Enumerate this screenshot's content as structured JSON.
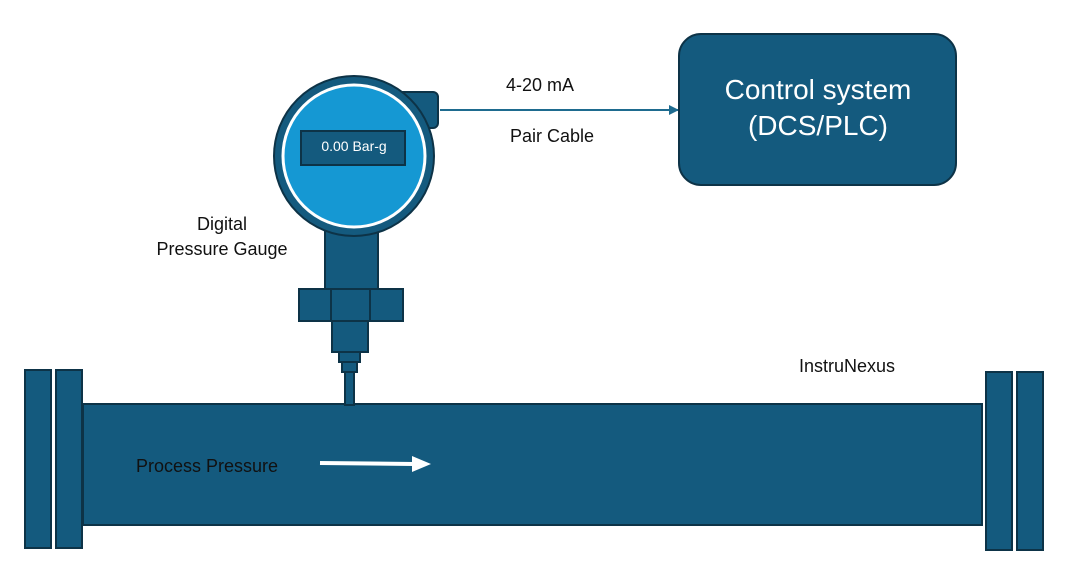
{
  "gauge": {
    "display_value": "0.00 Bar-g",
    "label_line1": "Digital",
    "label_line2": "Pressure Gauge"
  },
  "signal": {
    "type": "4-20 mA",
    "cable": "Pair Cable"
  },
  "control_system": {
    "line1": "Control system",
    "line2": "(DCS/PLC)"
  },
  "pipe": {
    "flow_label": "Process Pressure"
  },
  "watermark": "InstruNexus",
  "colors": {
    "primary": "#145a7e",
    "outline": "#0d3347",
    "display_face": "#1598d3",
    "display_screen": "#145a7e",
    "arrow": "#ffffff",
    "cable": "#1e6b8f"
  }
}
